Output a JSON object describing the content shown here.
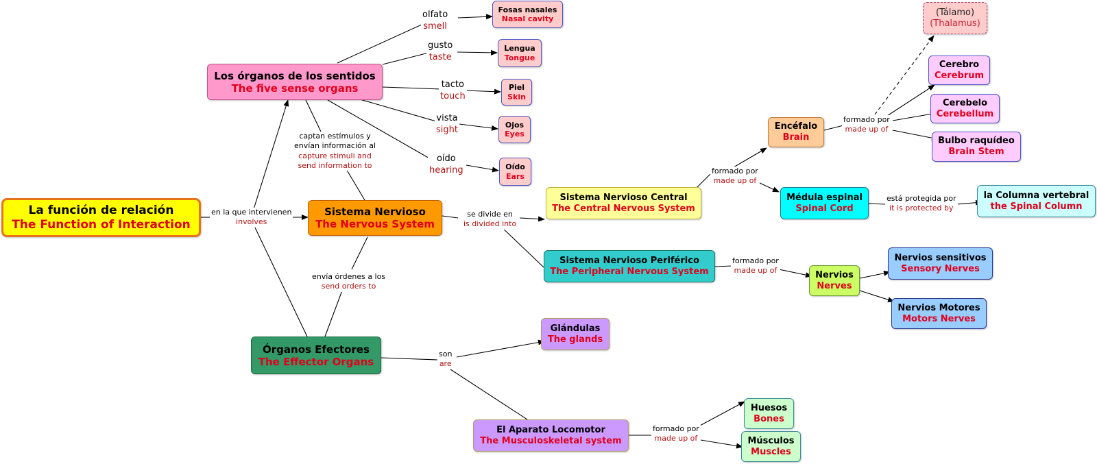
{
  "nodes": {
    "funcion": {
      "es": "La función de relación",
      "en": "The Function of Interaction"
    },
    "sentidos": {
      "es": "Los órganos de los sentidos",
      "en": "The five sense organs"
    },
    "sistema": {
      "es": "Sistema Nervioso",
      "en": "The Nervous System"
    },
    "efectores": {
      "es": "Órganos Efectores",
      "en": "The Effector Organs"
    },
    "fosas": {
      "es": "Fosas nasales",
      "en": "Nasal cavity"
    },
    "lengua": {
      "es": "Lengua",
      "en": "Tongue"
    },
    "piel": {
      "es": "Piel",
      "en": "Skin"
    },
    "ojos": {
      "es": "Ojos",
      "en": "Eyes"
    },
    "oido": {
      "es": "Oído",
      "en": "Ears"
    },
    "snc": {
      "es": "Sistema Nervioso Central",
      "en": "The Central Nervous System"
    },
    "snp": {
      "es": "Sistema Nervioso Periférico",
      "en": "The Peripheral Nervous System"
    },
    "encefalo": {
      "es": "Encéfalo",
      "en": "Brain"
    },
    "medula": {
      "es": "Médula espinal",
      "en": "Spinal Cord"
    },
    "talamo": {
      "es": "(Tálamo)",
      "en": "(Thalamus)"
    },
    "cerebro": {
      "es": "Cerebro",
      "en": "Cerebrum"
    },
    "cerebelo": {
      "es": "Cerebelo",
      "en": "Cerebellum"
    },
    "bulbo": {
      "es": "Bulbo raquídeo",
      "en": "Brain Stem"
    },
    "columna": {
      "es": "la Columna vertebral",
      "en": "the Spinal Column"
    },
    "nervios": {
      "es": "Nervios",
      "en": "Nerves"
    },
    "sensitivos": {
      "es": "Nervios sensitivos",
      "en": "Sensory Nerves"
    },
    "motores": {
      "es": "Nervios Motores",
      "en": "Motors Nerves"
    },
    "glandulas": {
      "es": "Glándulas",
      "en": "The glands"
    },
    "aparato": {
      "es": "El Aparato Locomotor",
      "en": "The Musculoskeletal system"
    },
    "huesos": {
      "es": "Huesos",
      "en": "Bones"
    },
    "musculos": {
      "es": "Músculos",
      "en": "Muscles"
    }
  },
  "links": {
    "olfato": {
      "es": "olfato",
      "en": "smell"
    },
    "gusto": {
      "es": "gusto",
      "en": "taste"
    },
    "tacto": {
      "es": "tacto",
      "en": "touch"
    },
    "vista": {
      "es": "vista",
      "en": "sight"
    },
    "oido": {
      "es": "oído",
      "en": "hearing"
    },
    "intervienen": {
      "es": "en la que intervienen",
      "en": "involves"
    },
    "captan": {
      "es1": "captan estímulos y",
      "es2": "envían información al",
      "en1": "capture stimuli and",
      "en2": "send information to"
    },
    "ordenes": {
      "es": "envía órdenes a los",
      "en": "send orders to"
    },
    "divide": {
      "es": "se divide en",
      "en": "is divided into"
    },
    "formado_snc": {
      "es": "formado por",
      "en": "made up of"
    },
    "formado_enc": {
      "es": "formado por",
      "en": "made up of"
    },
    "protegida": {
      "es": "está protegida por",
      "en": "it is protected by"
    },
    "formado_snp": {
      "es": "formado por",
      "en": "made up of"
    },
    "son": {
      "es": "son",
      "en": "are"
    },
    "formado_apa": {
      "es": "formado por",
      "en": "made up of"
    }
  },
  "colors": {
    "line": "#000000",
    "english_text": "#e0001b",
    "link_english_text": "#b01010",
    "funcion_fill": "#ffff00",
    "funcion_border": "#e8731a",
    "sentidos_fill": "#ff99cc",
    "sistema_fill": "#ff9900",
    "efectores_fill": "#339966",
    "organ_fill": "#ffcccc",
    "snc_fill": "#ffff99",
    "snp_fill": "#33cccc",
    "encefalo_fill": "#ffcc99",
    "medula_fill": "#00ffff",
    "brain_part_fill": "#ffccff",
    "columna_fill": "#ccffff",
    "nervios_fill": "#ccff66",
    "nerve_type_fill": "#99ccff",
    "glandulas_fill": "#cc99ff",
    "bones_muscles_fill": "#ccffcc"
  }
}
